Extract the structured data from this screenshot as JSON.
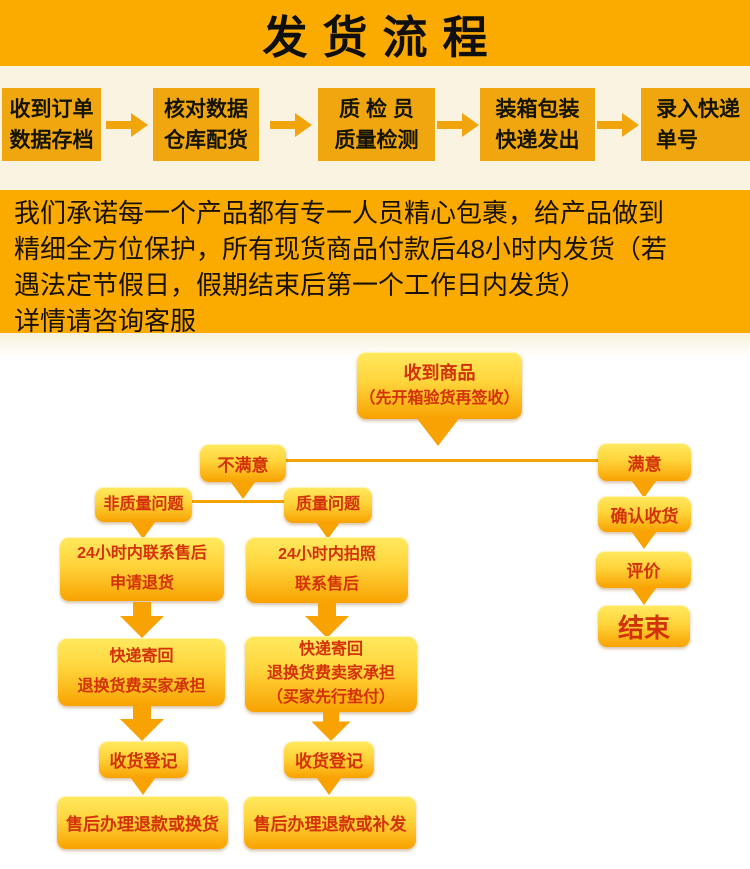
{
  "header": {
    "title": "发货流程"
  },
  "steps": [
    {
      "lines": [
        "收到订单",
        "数据存档"
      ]
    },
    {
      "lines": [
        "核对数据",
        "仓库配货"
      ]
    },
    {
      "lines": [
        "质 检 员",
        "质量检测"
      ]
    },
    {
      "lines": [
        "装箱包装",
        "快递发出"
      ]
    },
    {
      "lines": [
        "录入快递",
        "单号"
      ]
    }
  ],
  "promise": {
    "lines": [
      "我们承诺每一个产品都有专一人员精心包裹，给产品做到",
      "精细全方位保护，所有现货商品付款后48小时内发货（若",
      "遇法定节假日，假期结束后第一个工作日内发货）",
      "详情请咨询客服"
    ]
  },
  "flow": {
    "receive_title": "收到商品",
    "receive_note": "（先开箱验货再签收）",
    "unsatisfied": "不满意",
    "satisfied": "满意",
    "non_quality": "非质量问题",
    "quality": "质量问题",
    "left_contact_1": "24小时内联系售后",
    "left_contact_2": "申请退货",
    "right_contact_1": "24小时内拍照",
    "right_contact_2": "联系售后",
    "left_return_1": "快递寄回",
    "left_return_2": "退换货费买家承担",
    "right_return_1": "快递寄回",
    "right_return_2": "退换货费卖家承担",
    "right_return_3": "（买家先行垫付）",
    "left_register": "收货登记",
    "right_register": "收货登记",
    "left_result": "售后办理退款或换货",
    "right_result": "售后办理退款或补发",
    "confirm": "确认收货",
    "review": "评价",
    "end": "结束"
  },
  "colors": {
    "banner_orange": "#FBAA00",
    "step_box_orange": "#F0A60F",
    "cream_background": "#FAF3E1",
    "node_gradient_top": "#FFE95F",
    "node_gradient_bottom": "#F8A201",
    "node_text_red": "#D33108",
    "banner_text_black": "#0F0F0F"
  }
}
